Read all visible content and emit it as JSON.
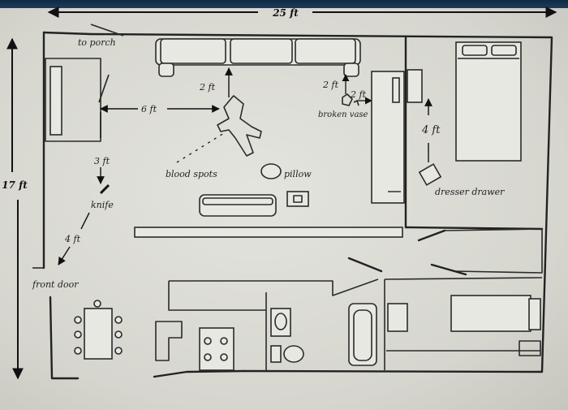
{
  "dimensions": {
    "width_label": "25 ft",
    "height_label": "17 ft"
  },
  "measurements": {
    "six_ft": "6 ft",
    "two_ft_body": "2 ft",
    "two_ft_vase_a": "2 ft",
    "two_ft_vase_b": "2 ft",
    "four_ft_dresser": "4 ft",
    "three_ft_knife": "3 ft",
    "four_ft_door": "4 ft"
  },
  "labels": {
    "to_porch": "to porch",
    "broken_vase": "broken vase",
    "blood_spots": "blood spots",
    "pillow": "pillow",
    "dresser_drawer": "dresser drawer",
    "knife": "knife",
    "front_door": "front door"
  }
}
